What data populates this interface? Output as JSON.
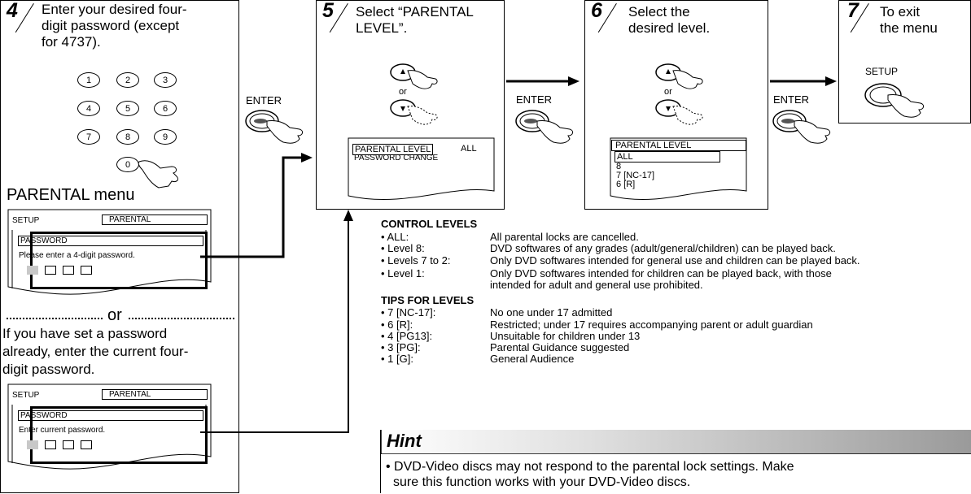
{
  "step4": {
    "number": "4",
    "instruction_lines": [
      "Enter your desired four-",
      "digit password (except",
      "for 4737)."
    ],
    "keypad": [
      "1",
      "2",
      "3",
      "4",
      "5",
      "6",
      "7",
      "8",
      "9",
      "0"
    ],
    "menu_caption": "PARENTAL menu",
    "screen1": {
      "setup": "SETUP",
      "tab": "PARENTAL",
      "field": "PASSWORD",
      "message": "Please enter a 4-digit password."
    },
    "or_label": "or",
    "alt_lines": [
      "If you have set a password",
      "already, enter the current four-",
      "digit password."
    ],
    "screen2": {
      "setup": "SETUP",
      "tab": "PARENTAL",
      "field": "PASSWORD",
      "message": "Enter current password."
    }
  },
  "enter_label": "ENTER",
  "step5": {
    "number": "5",
    "instruction_lines": [
      "Select “PARENTAL",
      "LEVEL”."
    ],
    "or_label": "or",
    "menu_item1": "PARENTAL LEVEL",
    "menu_item1_value": "ALL",
    "menu_item2": "PASSWORD CHANGE"
  },
  "step6": {
    "number": "6",
    "instruction_lines": [
      "Select the",
      "desired level."
    ],
    "or_label": "or",
    "list_title": "PARENTAL LEVEL",
    "list_items": [
      "ALL",
      "8",
      "7 [NC-17]",
      "6 [R]"
    ]
  },
  "step7": {
    "number": "7",
    "instruction_lines": [
      "To exit",
      "the menu"
    ],
    "button_label": "SETUP"
  },
  "control_levels": {
    "heading": "CONTROL LEVELS",
    "rows": [
      {
        "term": "• ALL:",
        "desc": [
          "All parental locks are cancelled."
        ]
      },
      {
        "term": "• Level 8:",
        "desc": [
          "DVD softwares of any grades (adult/general/children) can be played back."
        ]
      },
      {
        "term": "• Levels 7 to 2:",
        "desc": [
          "Only DVD softwares intended for general use and children can be played back."
        ]
      },
      {
        "term": "• Level 1:",
        "desc": [
          "Only DVD softwares intended for children can be played back, with those",
          "intended for adult and general use prohibited."
        ]
      }
    ]
  },
  "tips": {
    "heading": "TIPS FOR LEVELS",
    "rows": [
      {
        "term": "• 7 [NC-17]:",
        "desc": "No one under 17 admitted"
      },
      {
        "term": "• 6 [R]:",
        "desc": "Restricted; under 17 requires accompanying parent or adult guardian"
      },
      {
        "term": "• 4 [PG13]:",
        "desc": "Unsuitable for children under 13"
      },
      {
        "term": "• 3 [PG]:",
        "desc": "Parental Guidance suggested"
      },
      {
        "term": "• 1 [G]:",
        "desc": "General Audience"
      }
    ]
  },
  "hint": {
    "title": "Hint",
    "lines": [
      "• DVD-Video discs may not respond to the parental lock settings. Make",
      "sure this function works with your DVD-Video discs."
    ]
  }
}
